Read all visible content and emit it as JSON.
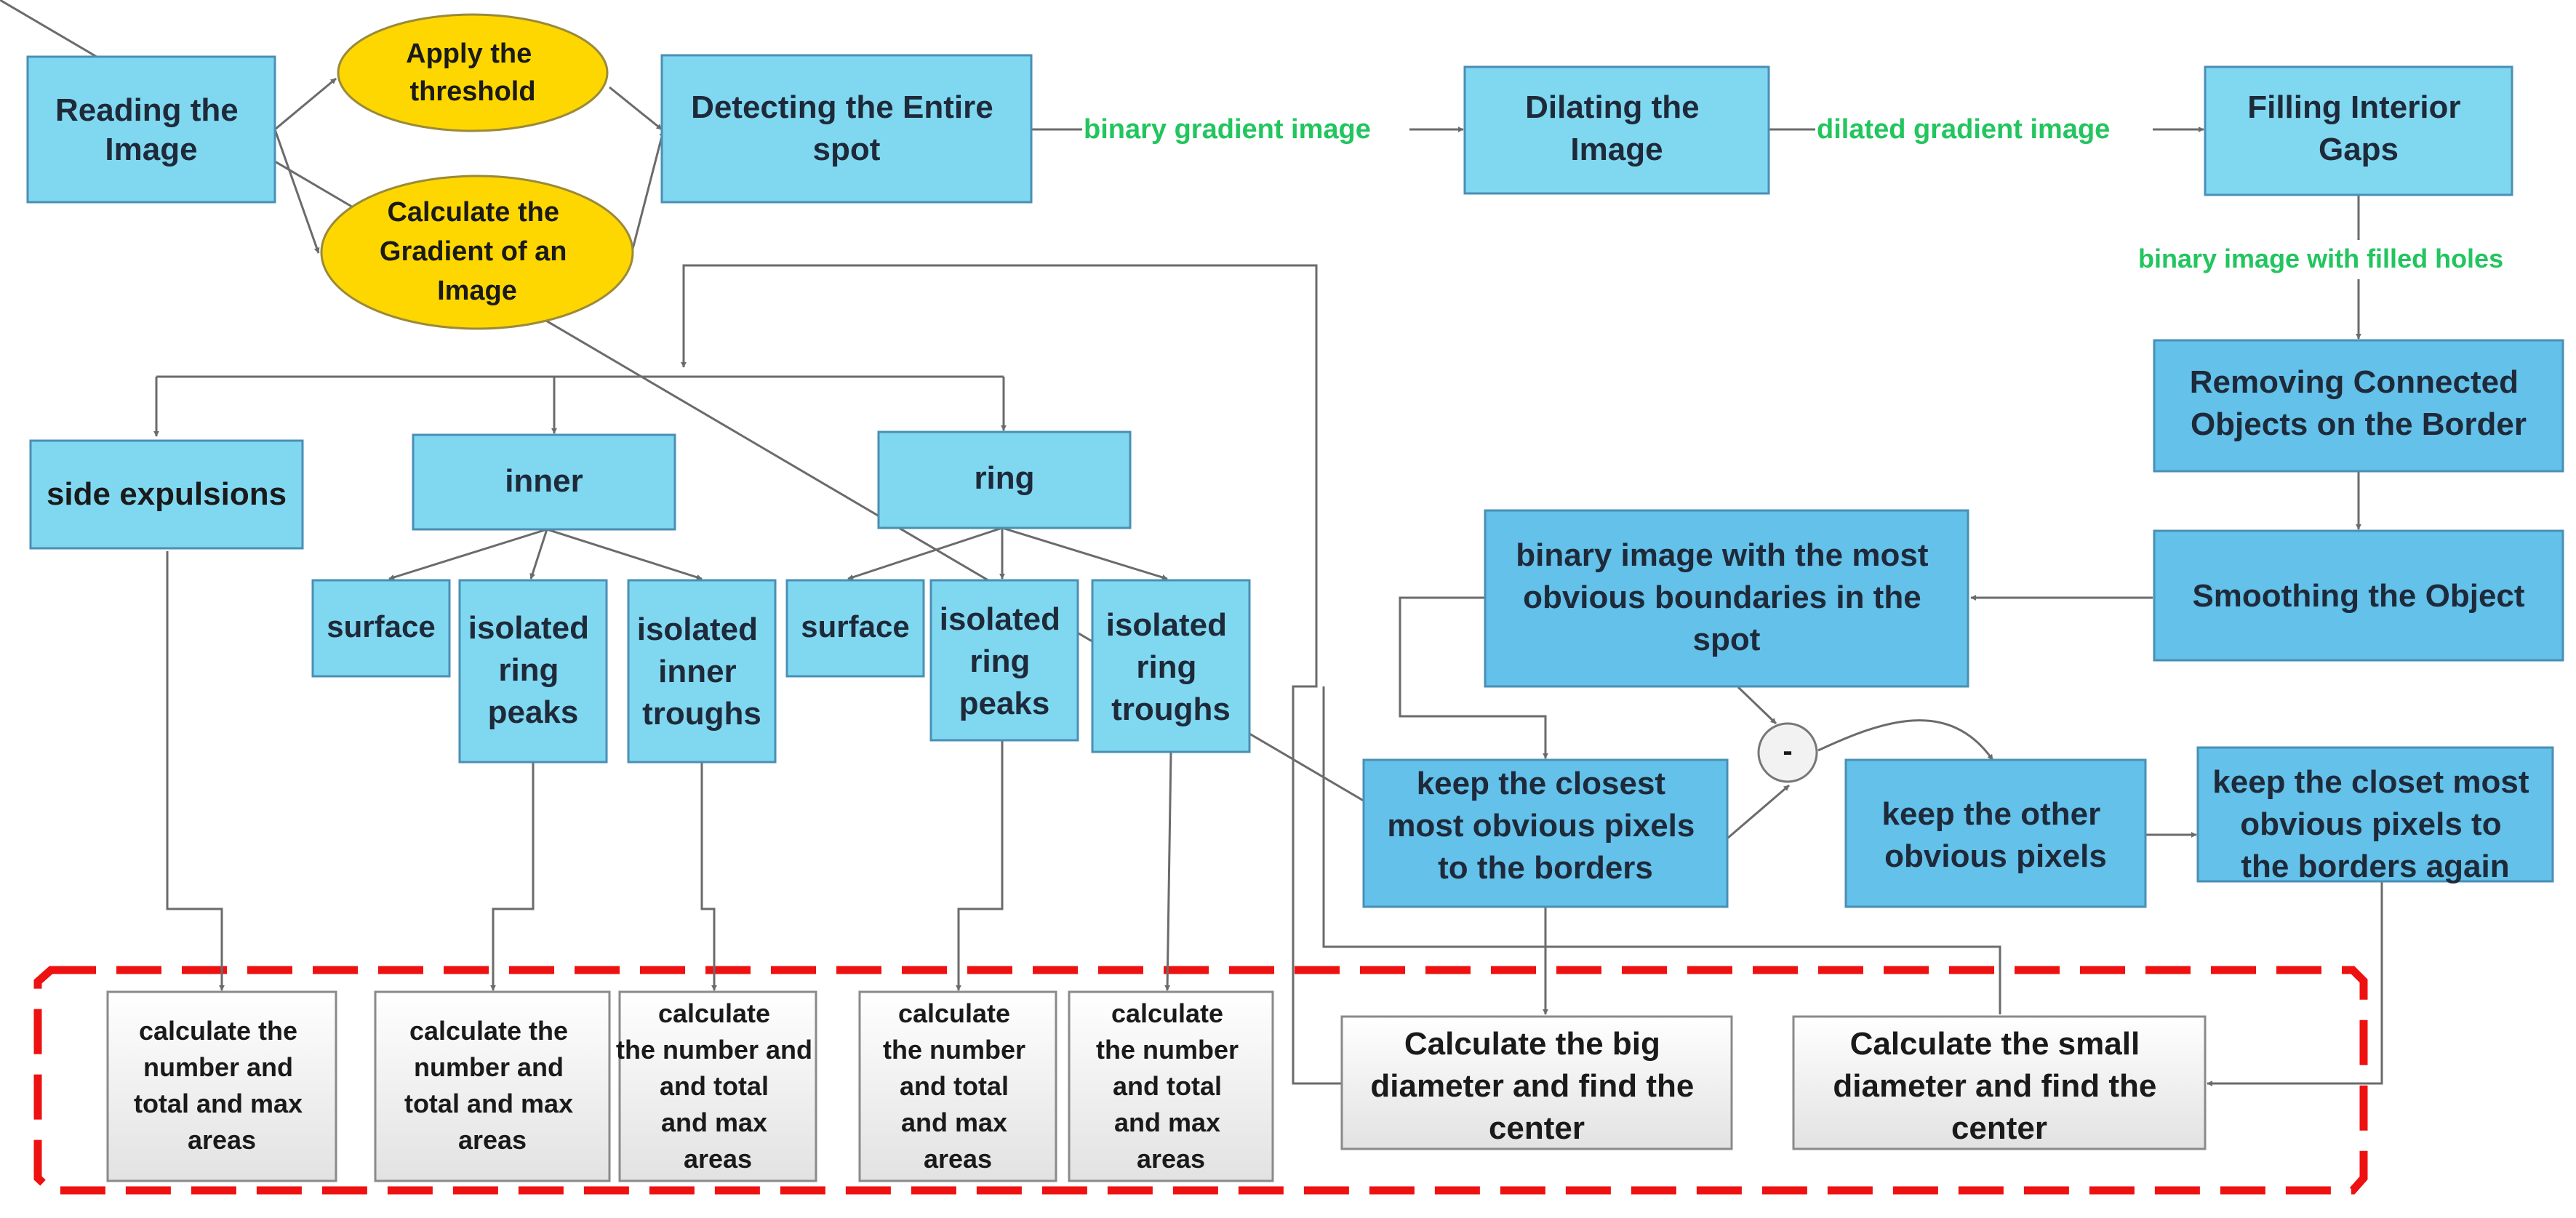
{
  "nodes": {
    "reading_image": {
      "lines": [
        "Reading the",
        "Image"
      ]
    },
    "apply_threshold": {
      "lines": [
        "Apply the",
        "threshold"
      ]
    },
    "calc_gradient": {
      "lines": [
        "Calculate the",
        "Gradient of an",
        "Image"
      ]
    },
    "detect_spot": {
      "lines": [
        "Detecting the Entire",
        "spot"
      ]
    },
    "dilating": {
      "lines": [
        "Dilating the",
        "Image"
      ]
    },
    "filling": {
      "lines": [
        "Filling Interior",
        "Gaps"
      ]
    },
    "removing": {
      "lines": [
        "Removing Connected",
        "Objects on the Border"
      ]
    },
    "smoothing": {
      "lines": [
        "Smoothing the Object"
      ]
    },
    "binary_boundaries": {
      "lines": [
        "binary image with the most",
        "obvious boundaries in the",
        "spot"
      ]
    },
    "keep_closest": {
      "lines": [
        "keep the closest",
        "most obvious pixels",
        "to the borders"
      ]
    },
    "minus": {
      "lines": [
        "-"
      ]
    },
    "keep_other": {
      "lines": [
        "keep the other",
        "obvious pixels"
      ]
    },
    "keep_closest_again": {
      "lines": [
        "keep the closet most",
        "obvious pixels to",
        "the borders again"
      ]
    },
    "side_expulsions": {
      "lines": [
        "side expulsions"
      ]
    },
    "inner": {
      "lines": [
        "inner"
      ]
    },
    "ring": {
      "lines": [
        "ring"
      ]
    },
    "inner_surface": {
      "lines": [
        "surface"
      ]
    },
    "inner_iso_ring_peaks": {
      "lines": [
        "isolated",
        "ring",
        "peaks"
      ]
    },
    "inner_iso_inner_troughs": {
      "lines": [
        "isolated",
        "inner",
        "troughs"
      ]
    },
    "ring_surface": {
      "lines": [
        "surface"
      ]
    },
    "ring_iso_ring_peaks": {
      "lines": [
        "isolated",
        "ring",
        "peaks"
      ]
    },
    "ring_iso_ring_troughs": {
      "lines": [
        "isolated",
        "ring",
        "troughs"
      ]
    },
    "calc_side": {
      "lines": [
        "calculate the",
        "number and",
        "total and max",
        "areas"
      ]
    },
    "calc_inner_peaks": {
      "lines": [
        "calculate the",
        "number and",
        "total and max",
        "areas"
      ]
    },
    "calc_inner_troughs": {
      "lines": [
        "calculate",
        "the number and",
        "and total",
        "and max",
        "areas"
      ]
    },
    "calc_ring_peaks": {
      "lines": [
        "calculate",
        "the number",
        "and total",
        "and max",
        "areas"
      ]
    },
    "calc_ring_troughs": {
      "lines": [
        "calculate",
        "the number",
        "and total",
        "and max",
        "areas"
      ]
    },
    "calc_big": {
      "lines": [
        "Calculate the big",
        "diameter and find the",
        "center"
      ]
    },
    "calc_small": {
      "lines": [
        "Calculate the small",
        "diameter and find the",
        "center"
      ]
    }
  },
  "edge_labels": {
    "binary_gradient": "binary gradient image",
    "dilated_gradient": "dilated gradient image",
    "filled_holes": "binary image with filled holes"
  },
  "colors": {
    "box_light": "#80d8f0",
    "box_mid": "#63c1ea",
    "box_border": "#4a8fb5",
    "ellipse_fill": "#ffd700",
    "ellipse_border": "#9a8a3a",
    "result_fill": "#f3f3f3",
    "result_border": "#8a8a8a",
    "edge_label": "#22c55e",
    "dashed_frame": "#ee1111",
    "arrow": "#6b6b6b"
  }
}
